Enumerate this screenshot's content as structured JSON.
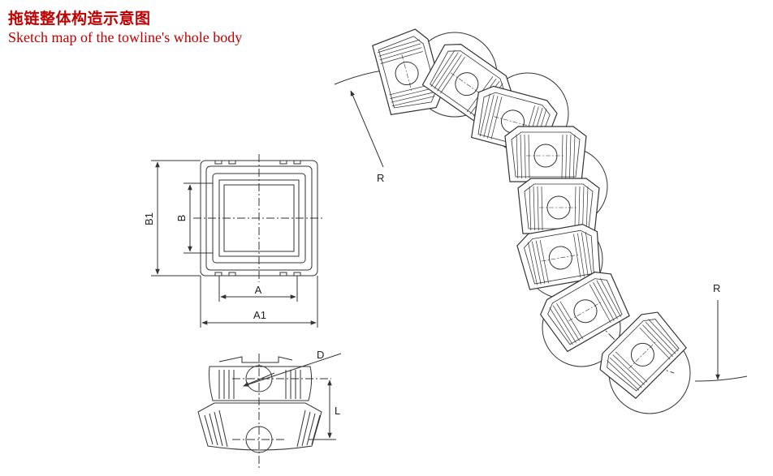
{
  "title": {
    "zh": "拖链整体构造示意图",
    "en": "Sketch map of the towline's whole body"
  },
  "dimensions": {
    "A": "A",
    "A1": "A1",
    "B": "B",
    "B1": "B1",
    "D": "D",
    "L": "L",
    "R_left": "R",
    "R_right": "R"
  },
  "colors": {
    "title": "#c00000",
    "line": "#333333"
  },
  "chain": {
    "link_count": 8
  }
}
